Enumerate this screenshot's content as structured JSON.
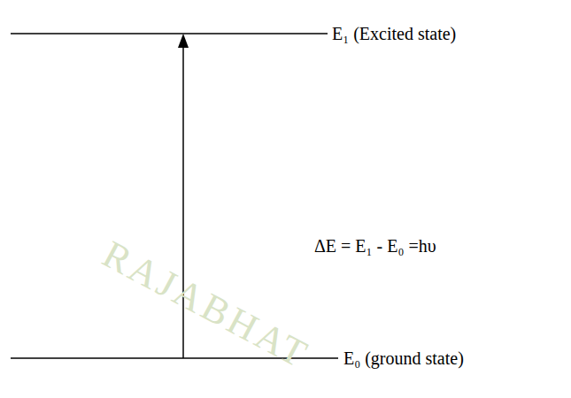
{
  "diagram": {
    "labels": [
      "E₁ (Excited state)",
      "ΔE = E₁ - E₀ =hυ",
      "E₀ (ground state)",
      "RAJABHAT"
    ]
  }
}
